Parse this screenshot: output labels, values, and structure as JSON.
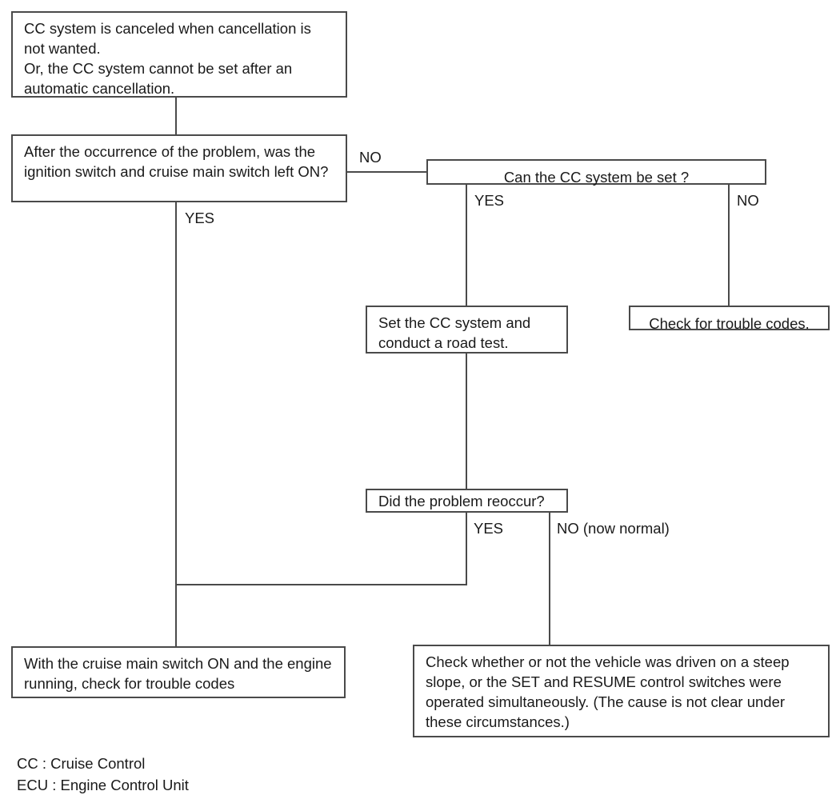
{
  "diagram": {
    "title": "Cruise Control (CC) system troubleshooting flowchart",
    "line_color": "#4a4a4a",
    "text_color": "#1a1a1a",
    "background": "#ffffff"
  },
  "nodes": {
    "symptom": "CC system is canceled when cancellation is not wanted.\nOr, the CC system cannot be set after an automatic cancellation.",
    "question_switches": "After the occurrence of the problem, was the ignition switch and cruise main switch left ON?",
    "question_can_set": "Can the CC system be set ?",
    "action_road_test": "Set the CC system and conduct a road test.",
    "action_check_codes": "Check for trouble codes.",
    "question_reoccur": "Did the problem reoccur?",
    "action_main_switch_codes": "With the cruise main switch ON and the engine running, check for trouble codes",
    "action_steep_slope": "Check whether or not the vehicle was driven on a steep slope, or the SET and RESUME control switches were operated simultaneously. (The cause is not clear under these circumstances.)"
  },
  "edge_labels": {
    "switches_no": "NO",
    "switches_yes": "YES",
    "can_set_yes": "YES",
    "can_set_no": "NO",
    "reoccur_yes": "YES",
    "reoccur_no": "NO (now normal)"
  },
  "legend": {
    "cc": "CC : Cruise Control",
    "ecu": "ECU : Engine Control Unit"
  }
}
